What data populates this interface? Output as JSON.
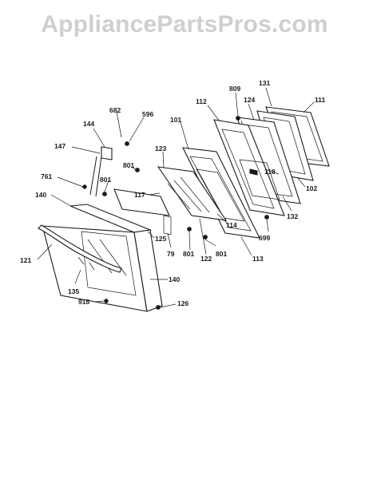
{
  "watermark": "AppliancePartsPros.com",
  "callouts": [
    "111",
    "131",
    "809",
    "124",
    "112",
    "101",
    "123",
    "118",
    "102",
    "132",
    "699",
    "113",
    "114",
    "801",
    "801",
    "122",
    "79",
    "125",
    "117",
    "801",
    "801",
    "144",
    "682",
    "596",
    "147",
    "761",
    "140",
    "121",
    "135",
    "140",
    "918",
    "126"
  ]
}
